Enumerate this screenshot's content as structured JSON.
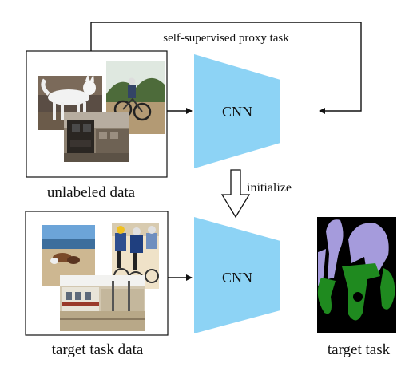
{
  "proxy_task_label": "self-supervised proxy task",
  "top_cnn_label": "CNN",
  "bottom_cnn_label": "CNN",
  "initialize_label": "initialize",
  "unlabeled_data_label": "unlabeled data",
  "target_task_data_label": "target task data",
  "target_task_label": "target task",
  "colors": {
    "cnn_fill": "#8dd3f5",
    "mask_person": "#a59bdc",
    "mask_bicycle": "#1f8a1f",
    "mask_background": "#000000"
  },
  "icons": {
    "unlabeled_images": [
      "dog-photo",
      "cyclist-photo",
      "train-photo"
    ],
    "target_images": [
      "beach-photo",
      "cyclists-race-photo",
      "station-photo"
    ],
    "segmentation": "segmentation-mask"
  }
}
